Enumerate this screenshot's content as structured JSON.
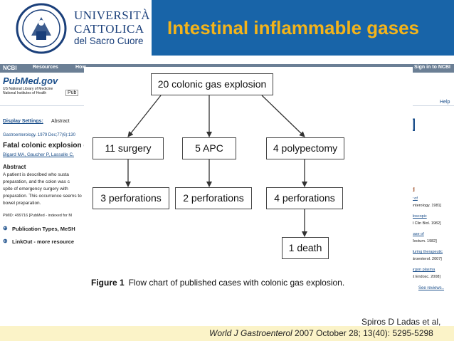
{
  "header": {
    "university_line1": "UNIVERSITÀ",
    "university_line2": "CATTOLICA",
    "university_line3": "del Sacro Cuore",
    "title": "Intestinal inflammable gases",
    "colors": {
      "title_bar": "#1864a8",
      "title_text": "#f4b41a",
      "university": "#1a3f7a"
    }
  },
  "pubmed": {
    "ncbi": "NCBI",
    "resources": "Resources",
    "how": "How",
    "sign_in": "Sign in to NCBI",
    "pubmed_logo": "PubMed.gov",
    "nlm_line1": "US National Library of Medicine",
    "nlm_line2": "National Institutes of Health",
    "search_label": "Pub",
    "help": "Help",
    "display_settings": "Display Settings:",
    "abstract_mode": "Abstract",
    "journal_ref": "Gastroenterology. 1979 Dec;77(6):130",
    "article_title": "Fatal colonic explosion d",
    "authors": "Bigard MA, Gaucher P, Lassalle C.",
    "abstract_heading": "Abstract",
    "abstract_lines": [
      "A patient is described who susta",
      "preparation, and the colon was c",
      "spite of emergency surgery with",
      "preparation. This occurrence seems to",
      "bowel preparation."
    ],
    "pmid": "PMID: 499716 [PubMed - indexed for M",
    "pub_types": "Publication Types, MeSH",
    "linkout": "LinkOut - more resource",
    "right_bracket": "]",
    "related_heading": "d",
    "related_lines": [
      "y of",
      "enterology. 1981]",
      "doscopic",
      "d Clin Biol. 1982]",
      "case of",
      "Rectum. 1982]",
      "during therapeutic",
      "stroenterol. 2007]",
      "argon plasma",
      "st Endosc. 2008]"
    ],
    "see_reviews": "See reviews.."
  },
  "figure": {
    "nodes": [
      "20 colonic gas explosion",
      "11 surgery",
      "5 APC",
      "4 polypectomy",
      "3 perforations",
      "2 perforations",
      "4 perforations",
      "1 death"
    ],
    "caption_label": "Figure 1",
    "caption_text": "Flow chart of published cases with colonic gas explosion."
  },
  "citation": {
    "author": "Spiros D Ladas  et al,",
    "journal": "World J Gastroenterol",
    "details": " 2007 October 28; 13(40): 5295-5298",
    "footer_color": "#fbf3c8"
  }
}
